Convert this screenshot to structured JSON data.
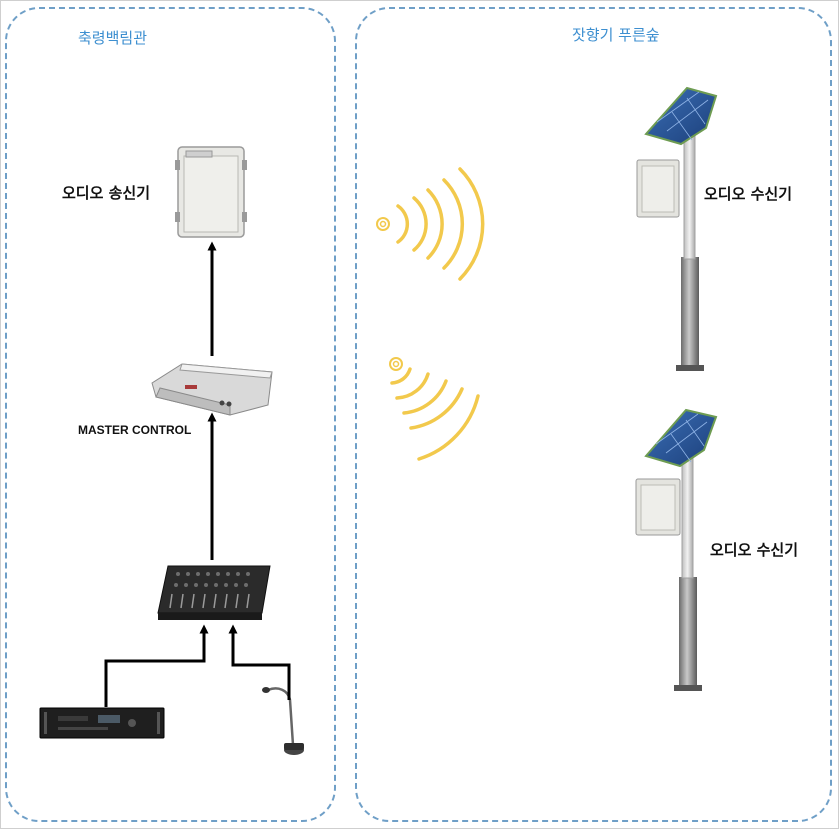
{
  "zones": {
    "left": {
      "title": "축령백림관"
    },
    "right": {
      "title": "잣향기 푸른숲"
    }
  },
  "labels": {
    "transmitter": "오디오 송신기",
    "master_control": "MASTER CONTROL",
    "receiver_1": "오디오 수신기",
    "receiver_2": "오디오 수신기"
  },
  "colors": {
    "zone_border": "#6f9fc7",
    "zone_title": "#3d8fd0",
    "radio_waves": "#f2c94c",
    "arrows": "#000000"
  }
}
